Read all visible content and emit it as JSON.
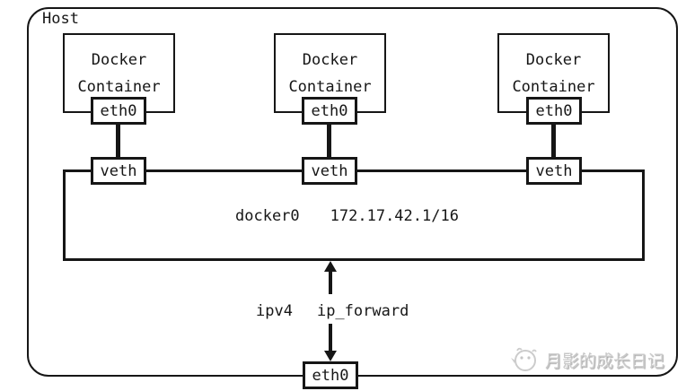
{
  "host": {
    "label": "Host"
  },
  "containers": [
    {
      "name_line1": "Docker",
      "name_line2": "Container",
      "eth": "eth0",
      "veth": "veth"
    },
    {
      "name_line1": "Docker",
      "name_line2": "Container",
      "eth": "eth0",
      "veth": "veth"
    },
    {
      "name_line1": "Docker",
      "name_line2": "Container",
      "eth": "eth0",
      "veth": "veth"
    }
  ],
  "bridge": {
    "name": "docker0",
    "cidr": "172.17.42.1/16"
  },
  "forwarding": {
    "label_left": "ipv4",
    "label_right": "ip_forward"
  },
  "host_interface": {
    "label": "eth0"
  },
  "watermark": {
    "text": "月影的成长日记",
    "icon": "chick-logo-icon"
  },
  "colors": {
    "ink": "#161616",
    "background": "#ffffff",
    "watermark_gray": "#c9c9c9"
  }
}
